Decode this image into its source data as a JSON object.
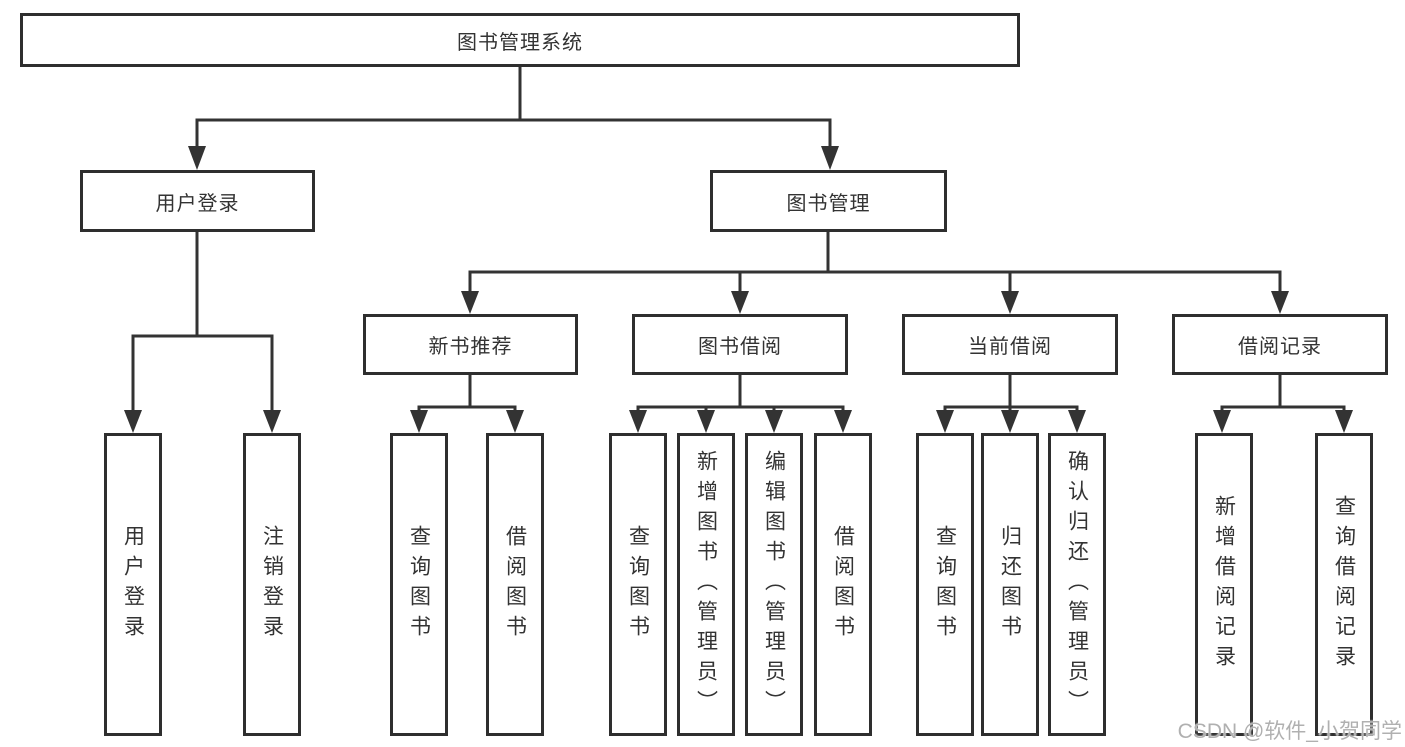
{
  "diagram_type": "hierarchy-tree",
  "colors": {
    "background": "#ffffff",
    "line": "#333333",
    "box_border": "#2e2e2e",
    "text": "#333333",
    "watermark": "#b0b0b0"
  },
  "tree": {
    "root": {
      "label": "图书管理系统",
      "children": {
        "userLogin": {
          "label": "用户登录",
          "children": {
            "login": {
              "label": "用户登录"
            },
            "logout": {
              "label": "注销登录"
            }
          }
        },
        "bookManagement": {
          "label": "图书管理",
          "children": {
            "newBookRecommend": {
              "label": "新书推荐",
              "children": {
                "queryBooks": {
                  "label": "查询图书"
                },
                "borrowBooks": {
                  "label": "借阅图书"
                }
              }
            },
            "bookBorrow": {
              "label": "图书借阅",
              "children": {
                "queryBooks": {
                  "label": "查询图书"
                },
                "addBooks": {
                  "label": "新增图书（管理员）"
                },
                "editBooks": {
                  "label": "编辑图书（管理员）"
                },
                "borrowBooks": {
                  "label": "借阅图书"
                }
              }
            },
            "currentBorrow": {
              "label": "当前借阅",
              "children": {
                "queryBooks": {
                  "label": "查询图书"
                },
                "returnBooks": {
                  "label": "归还图书"
                },
                "confirmReturn": {
                  "label": "确认归还（管理员）"
                }
              }
            },
            "borrowRecord": {
              "label": "借阅记录",
              "children": {
                "addBorrowRecord": {
                  "label": "新增借阅记录"
                },
                "queryBorrowRecord": {
                  "label": "查询借阅记录"
                }
              }
            }
          }
        }
      }
    }
  },
  "watermark": {
    "text": "CSDN @软件_小贺同学"
  }
}
